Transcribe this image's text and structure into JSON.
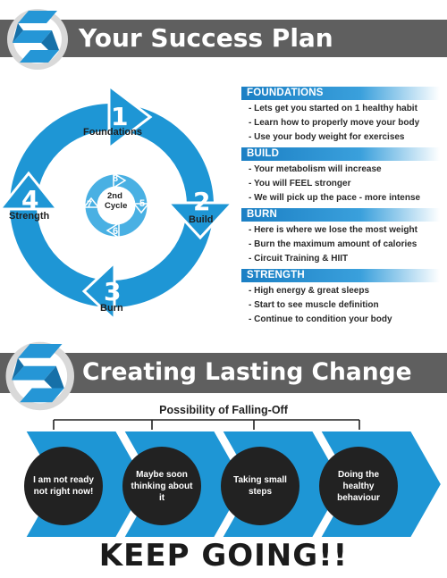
{
  "header1": {
    "title": "Your Success Plan"
  },
  "header2": {
    "title": "Creating Lasting Change"
  },
  "cycle": {
    "stages": [
      {
        "number": "1",
        "label": "Foundations"
      },
      {
        "number": "2",
        "label": "Build"
      },
      {
        "number": "3",
        "label": "Burn"
      },
      {
        "number": "4",
        "label": "Strength"
      }
    ],
    "inner": {
      "label_line1": "2nd",
      "label_line2": "Cycle",
      "numbers": [
        "8",
        "5",
        "6",
        "7"
      ]
    }
  },
  "plan": [
    {
      "title": "FOUNDATIONS",
      "items": [
        "Lets get you started on 1 healthy habit",
        "Learn how to properly move your body",
        "Use your body weight for exercises"
      ]
    },
    {
      "title": "BUILD",
      "items": [
        "Your metabolism will increase",
        "You will FEEL stronger",
        "We will pick up the pace - more intense"
      ]
    },
    {
      "title": "BURN",
      "items": [
        "Here is where we lose the most weight",
        "Burn the maximum amount of calories",
        "Circuit Training & HIIT"
      ]
    },
    {
      "title": "STRENGTH",
      "items": [
        "High energy & great sleeps",
        "Start to see muscle definition",
        "Continue to condition your body"
      ]
    }
  ],
  "change": {
    "falling_off": "Possibility of Falling-Off",
    "stages": [
      "I am not ready not right now!",
      "Maybe soon thinking about it",
      "Taking small steps",
      "Doing the healthy behaviour"
    ],
    "footer": "KEEP GOING!!"
  },
  "colors": {
    "blue": "#1e96d5",
    "dark_banner": "#5f5f5f",
    "circle": "#222222"
  }
}
